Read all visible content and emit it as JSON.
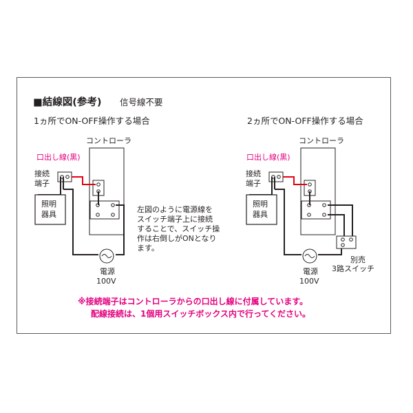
{
  "title": {
    "main": "■結線図(参考)",
    "sub": "信号線不要"
  },
  "left_diagram": {
    "heading": "1ヵ所でON-OFF操作する場合",
    "controller_label": "コントローラ",
    "lead_wire_label": "口出し線(黒)",
    "terminal_label_line1": "接続",
    "terminal_label_line2": "端子",
    "lighting_label_line1": "照明",
    "lighting_label_line2": "器具",
    "power_label_line1": "電源",
    "power_label_line2": "100V",
    "description_lines": [
      "左図のように電源線を",
      "スイッチ端子上に接続",
      "することで、スイッチ操",
      "作は右倒しがONとなり",
      "ます。"
    ]
  },
  "right_diagram": {
    "heading": "2ヵ所でON-OFF操作する場合",
    "controller_label": "コントローラ",
    "lead_wire_label": "口出し線(黒)",
    "terminal_label_line1": "接続",
    "terminal_label_line2": "端子",
    "lighting_label_line1": "照明",
    "lighting_label_line2": "器具",
    "power_label_line1": "電源",
    "power_label_line2": "100V",
    "switch_label_line1": "別売",
    "switch_label_line2": "3路スイッチ"
  },
  "notes": [
    "※接続端子はコントローラからの口出し線に付属しています。",
    "配線接続は、1個用スイッチボックス内で行ってください。"
  ],
  "colors": {
    "accent": "#e4007f",
    "wire": "#231f20",
    "lead_wire": "#e60012"
  }
}
